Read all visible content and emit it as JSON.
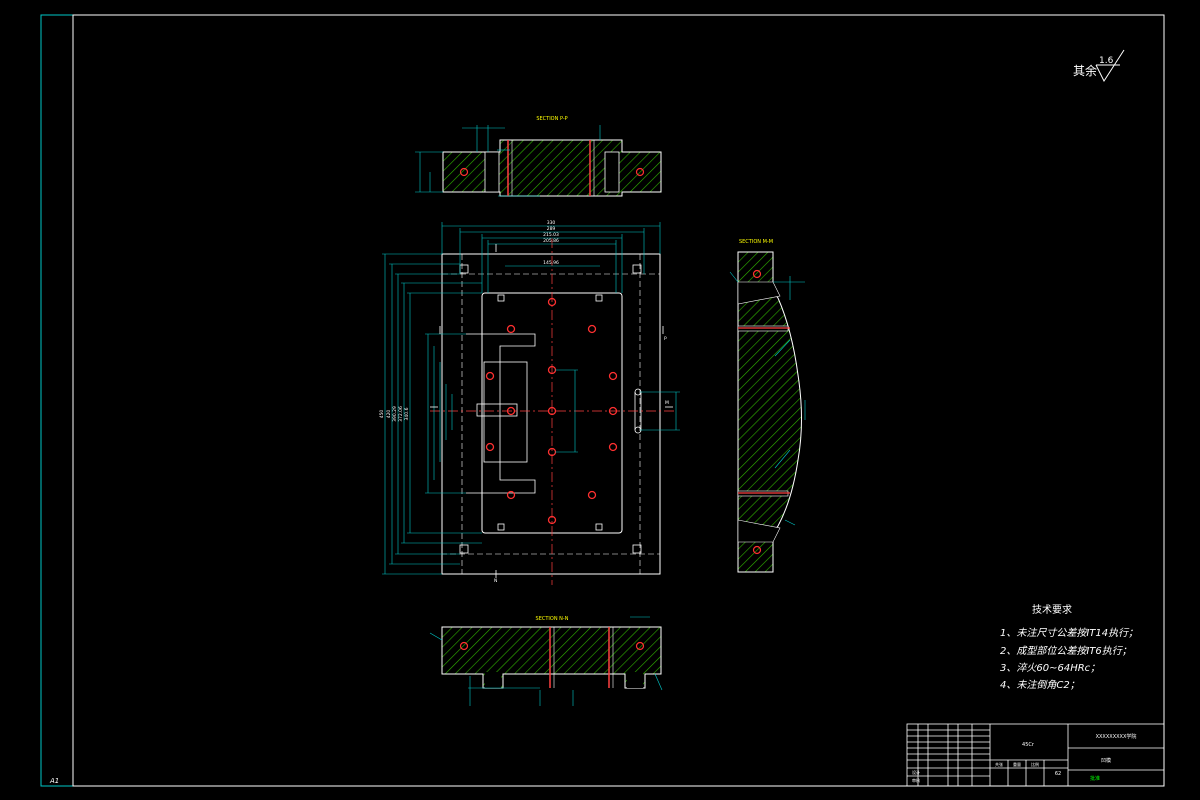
{
  "drawing": {
    "surface_finish": {
      "label": "其余",
      "value": "1.6"
    },
    "sections": {
      "p": "SECTION P-P",
      "m": "SECTION M-M",
      "n": "SECTION N-N"
    },
    "plan_dims": {
      "outer_width": "330",
      "w2": "289",
      "w3": "215.03",
      "w4": "205.86",
      "w5": "145.96",
      "h1": "450",
      "h2": "420",
      "h3": "390.29",
      "h4": "372.06",
      "h5": "340.6"
    },
    "section_labels": [
      "P",
      "M",
      "N"
    ],
    "tech_requirements": {
      "title": "技术要求",
      "items": [
        "1、未注尺寸公差按IT14执行；",
        "2、成型部位公差按IT6执行；",
        "3、淬火60~64HRc；",
        "4、未注倒角C2；"
      ]
    },
    "title_block": {
      "school": "XXXXXXXXX学院",
      "part": "凹模",
      "material": "45Cr",
      "scale_hdr": "比例",
      "sheet_hdr": "共张",
      "weight_hdr": "重量",
      "drawn": "设计",
      "checked": "审核",
      "approved": "批准",
      "count": "62",
      "sheet": "A1"
    }
  }
}
